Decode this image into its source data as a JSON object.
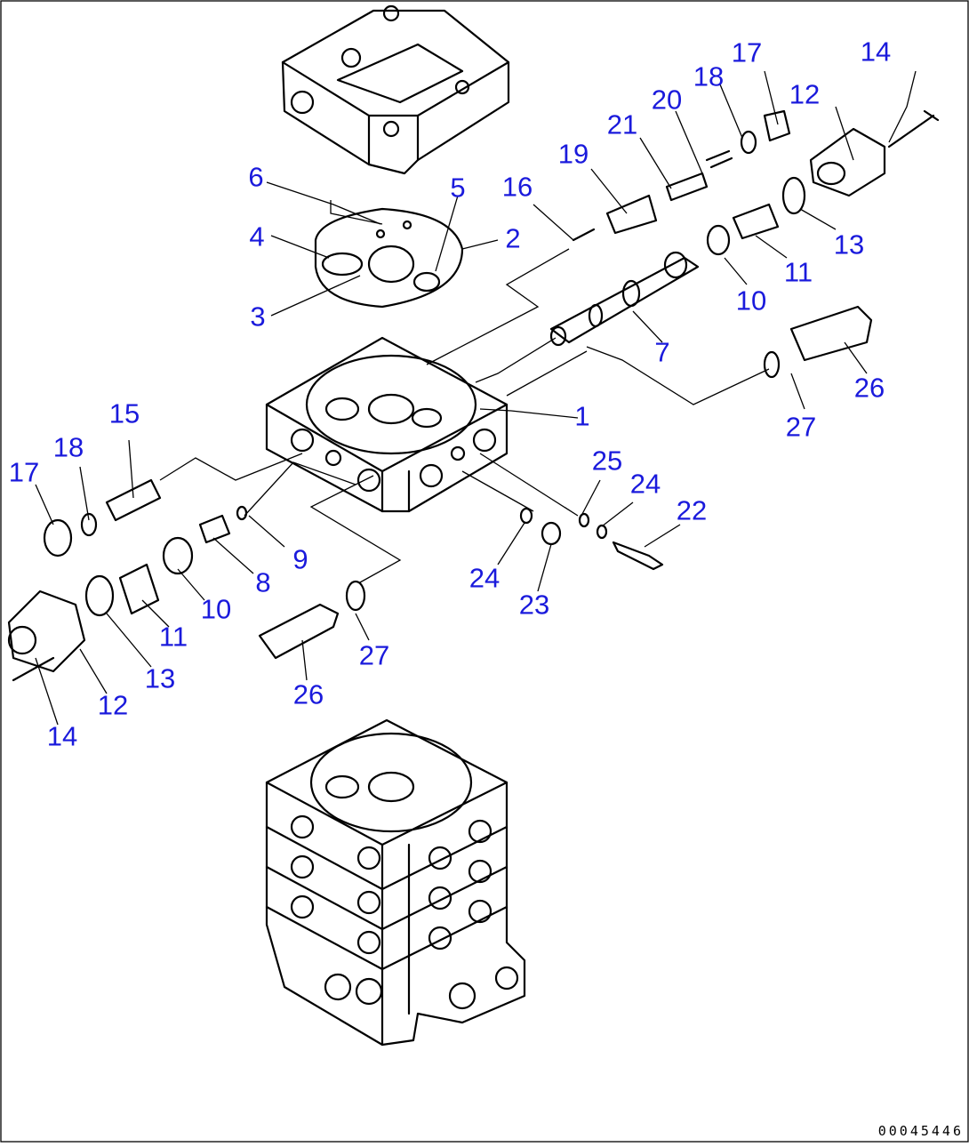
{
  "diagram": {
    "labels": [
      "1",
      "2",
      "3",
      "4",
      "5",
      "6",
      "7",
      "8",
      "9",
      "10",
      "11",
      "12",
      "13",
      "14",
      "15",
      "16",
      "17",
      "18",
      "19",
      "20",
      "21",
      "22",
      "23",
      "24",
      "25",
      "26",
      "27"
    ],
    "document_number": "00045446",
    "label_color": "#1a1adc",
    "line_color": "#000000",
    "background": "#ffffff"
  }
}
